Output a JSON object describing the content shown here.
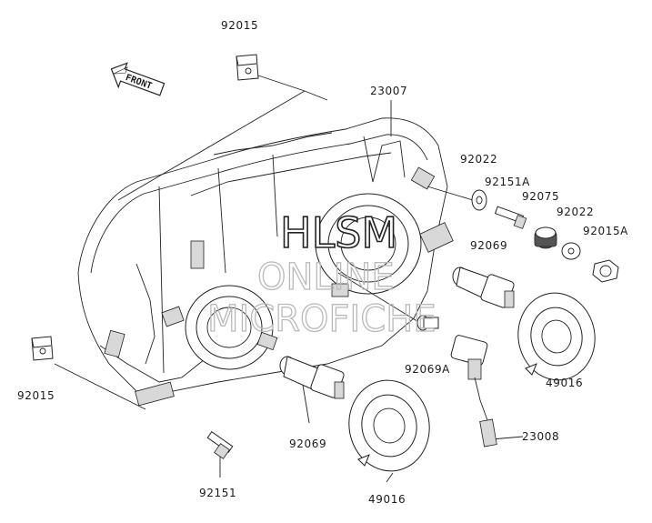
{
  "diagram": {
    "orientation_arrow": {
      "label": "FRONT",
      "icon": "front-arrow-icon"
    },
    "watermark": {
      "line1": "HLSM",
      "line2": "ONLINE",
      "line3": "MICROFICHE"
    },
    "part_labels": {
      "p92015_top": "92015",
      "p23007": "23007",
      "p92022_a": "92022",
      "p92151A": "92151A",
      "p92075": "92075",
      "p92022_b": "92022",
      "p92015A": "92015A",
      "p92069_right": "92069",
      "p92069A": "92069A",
      "p49016_right": "49016",
      "p23008": "23008",
      "p92015_left": "92015",
      "p92069_bottom": "92069",
      "p49016_bottom": "49016",
      "p92151": "92151"
    }
  }
}
